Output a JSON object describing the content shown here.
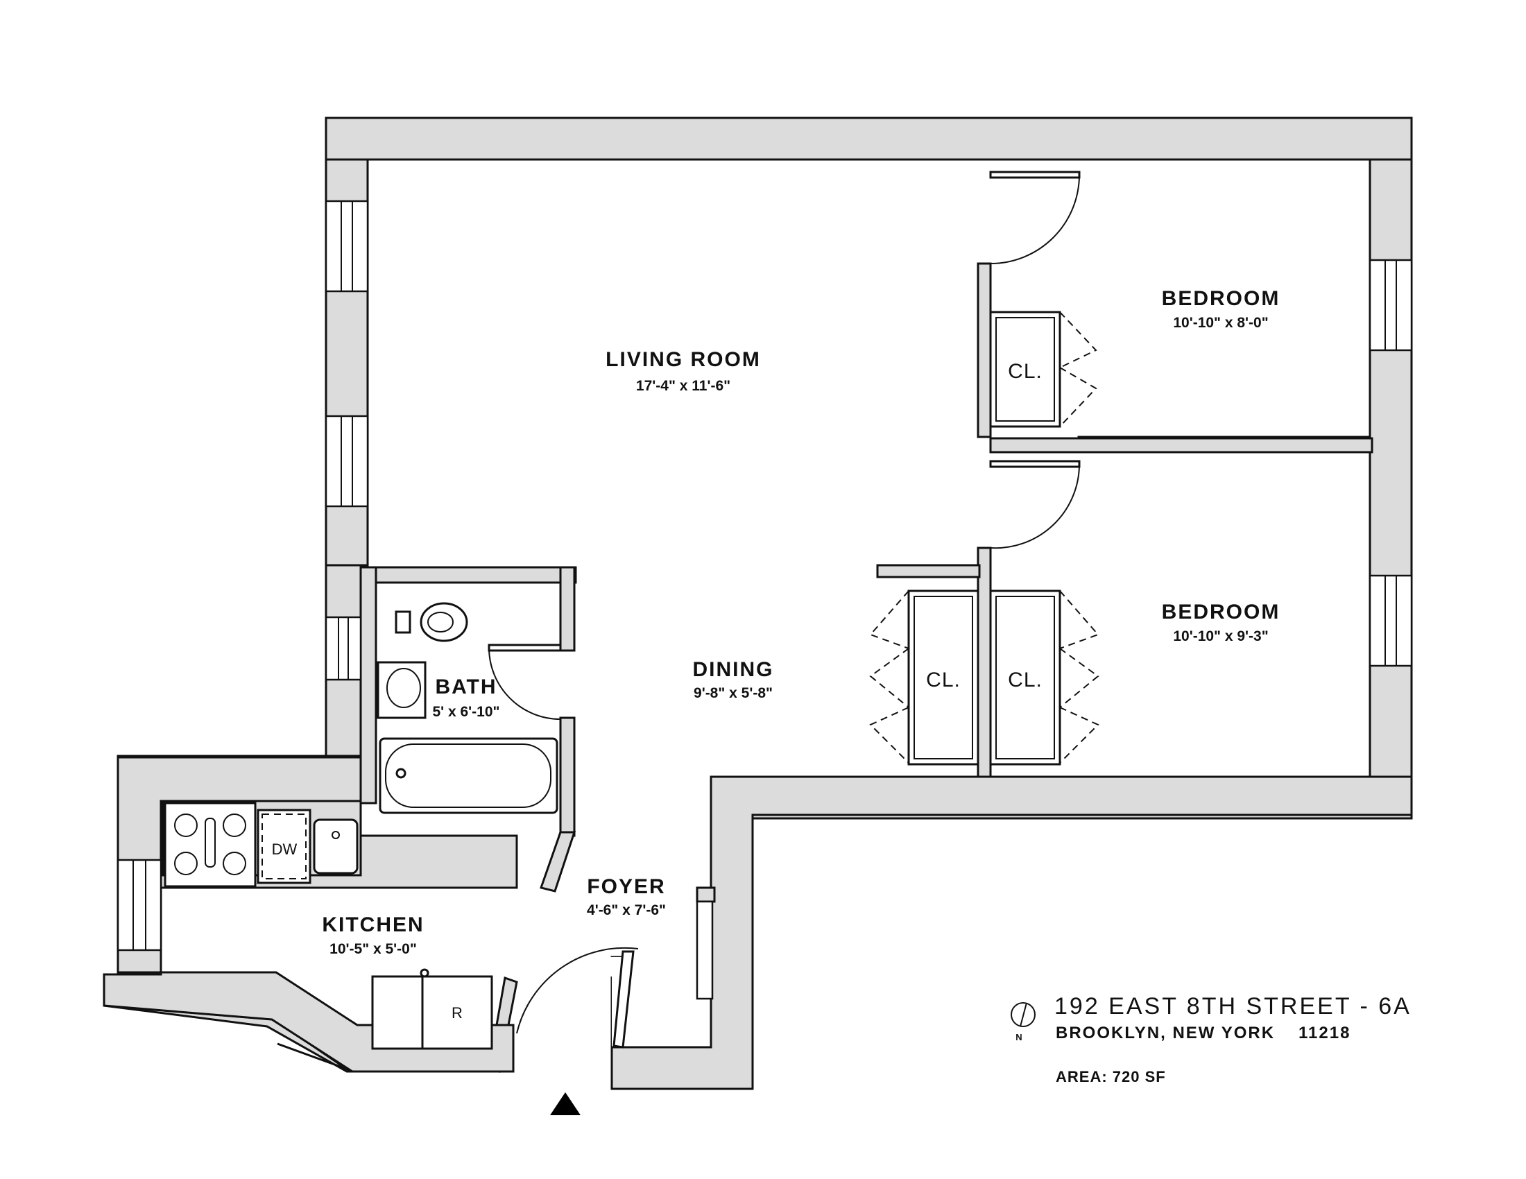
{
  "rooms": {
    "living": {
      "name": "LIVING ROOM",
      "dims": "17'-4\" x 11'-6\""
    },
    "bedroom1": {
      "name": "BEDROOM",
      "dims": "10'-10\" x 8'-0\""
    },
    "bedroom2": {
      "name": "BEDROOM",
      "dims": "10'-10\" x 9'-3\""
    },
    "dining": {
      "name": "DINING",
      "dims": "9'-8\" x 5'-8\""
    },
    "bath": {
      "name": "BATH",
      "dims": "5' x 6'-10\""
    },
    "foyer": {
      "name": "FOYER",
      "dims": "4'-6\" x 7'-6\""
    },
    "kitchen": {
      "name": "KITCHEN",
      "dims": "10'-5\" x 5'-0\""
    }
  },
  "closets": {
    "cl1": "CL.",
    "cl2": "CL.",
    "cl3": "CL."
  },
  "appliances": {
    "dishwasher": "DW",
    "refrigerator": "R"
  },
  "compass": {
    "north": "N"
  },
  "info": {
    "address": "192 EAST 8TH STREET - 6A",
    "city": "BROOKLYN, NEW YORK",
    "zip": "11218",
    "area": "AREA: 720 SF"
  },
  "colors": {
    "wall_fill": "#dcdcdc",
    "line": "#111111",
    "background": "#ffffff"
  }
}
